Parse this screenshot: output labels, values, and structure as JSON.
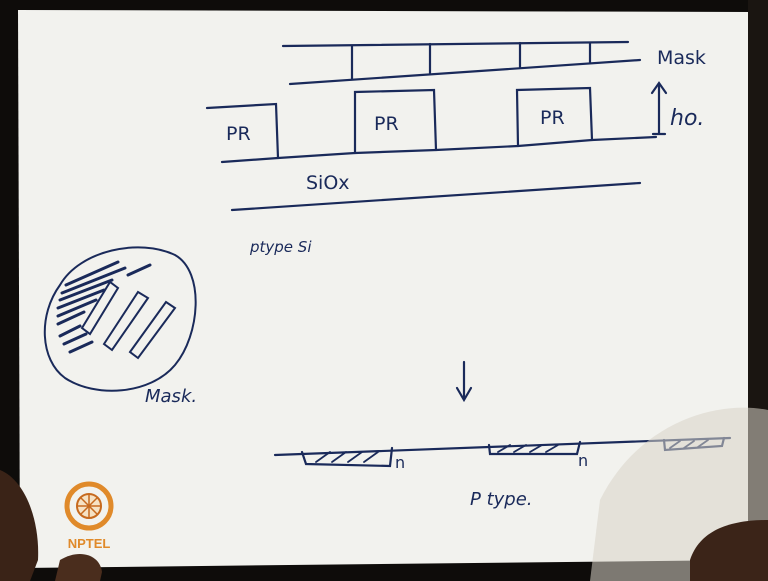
{
  "labels": {
    "mask_top": "Mask",
    "pr_left": "PR",
    "pr_middle": "PR",
    "pr_right": "PR",
    "thickness": "ho.",
    "oxide": "SiOx",
    "substrate": "ptype Si",
    "mask_circle": "Mask.",
    "implant_left": "n",
    "implant_middle": "n",
    "result_type": "P type."
  },
  "logo": {
    "text": "NPTEL",
    "color": "#e08a2a"
  },
  "colors": {
    "paper": "#f2f2ee",
    "ink": "#1a2a5a",
    "background": "#0e0c0a"
  }
}
